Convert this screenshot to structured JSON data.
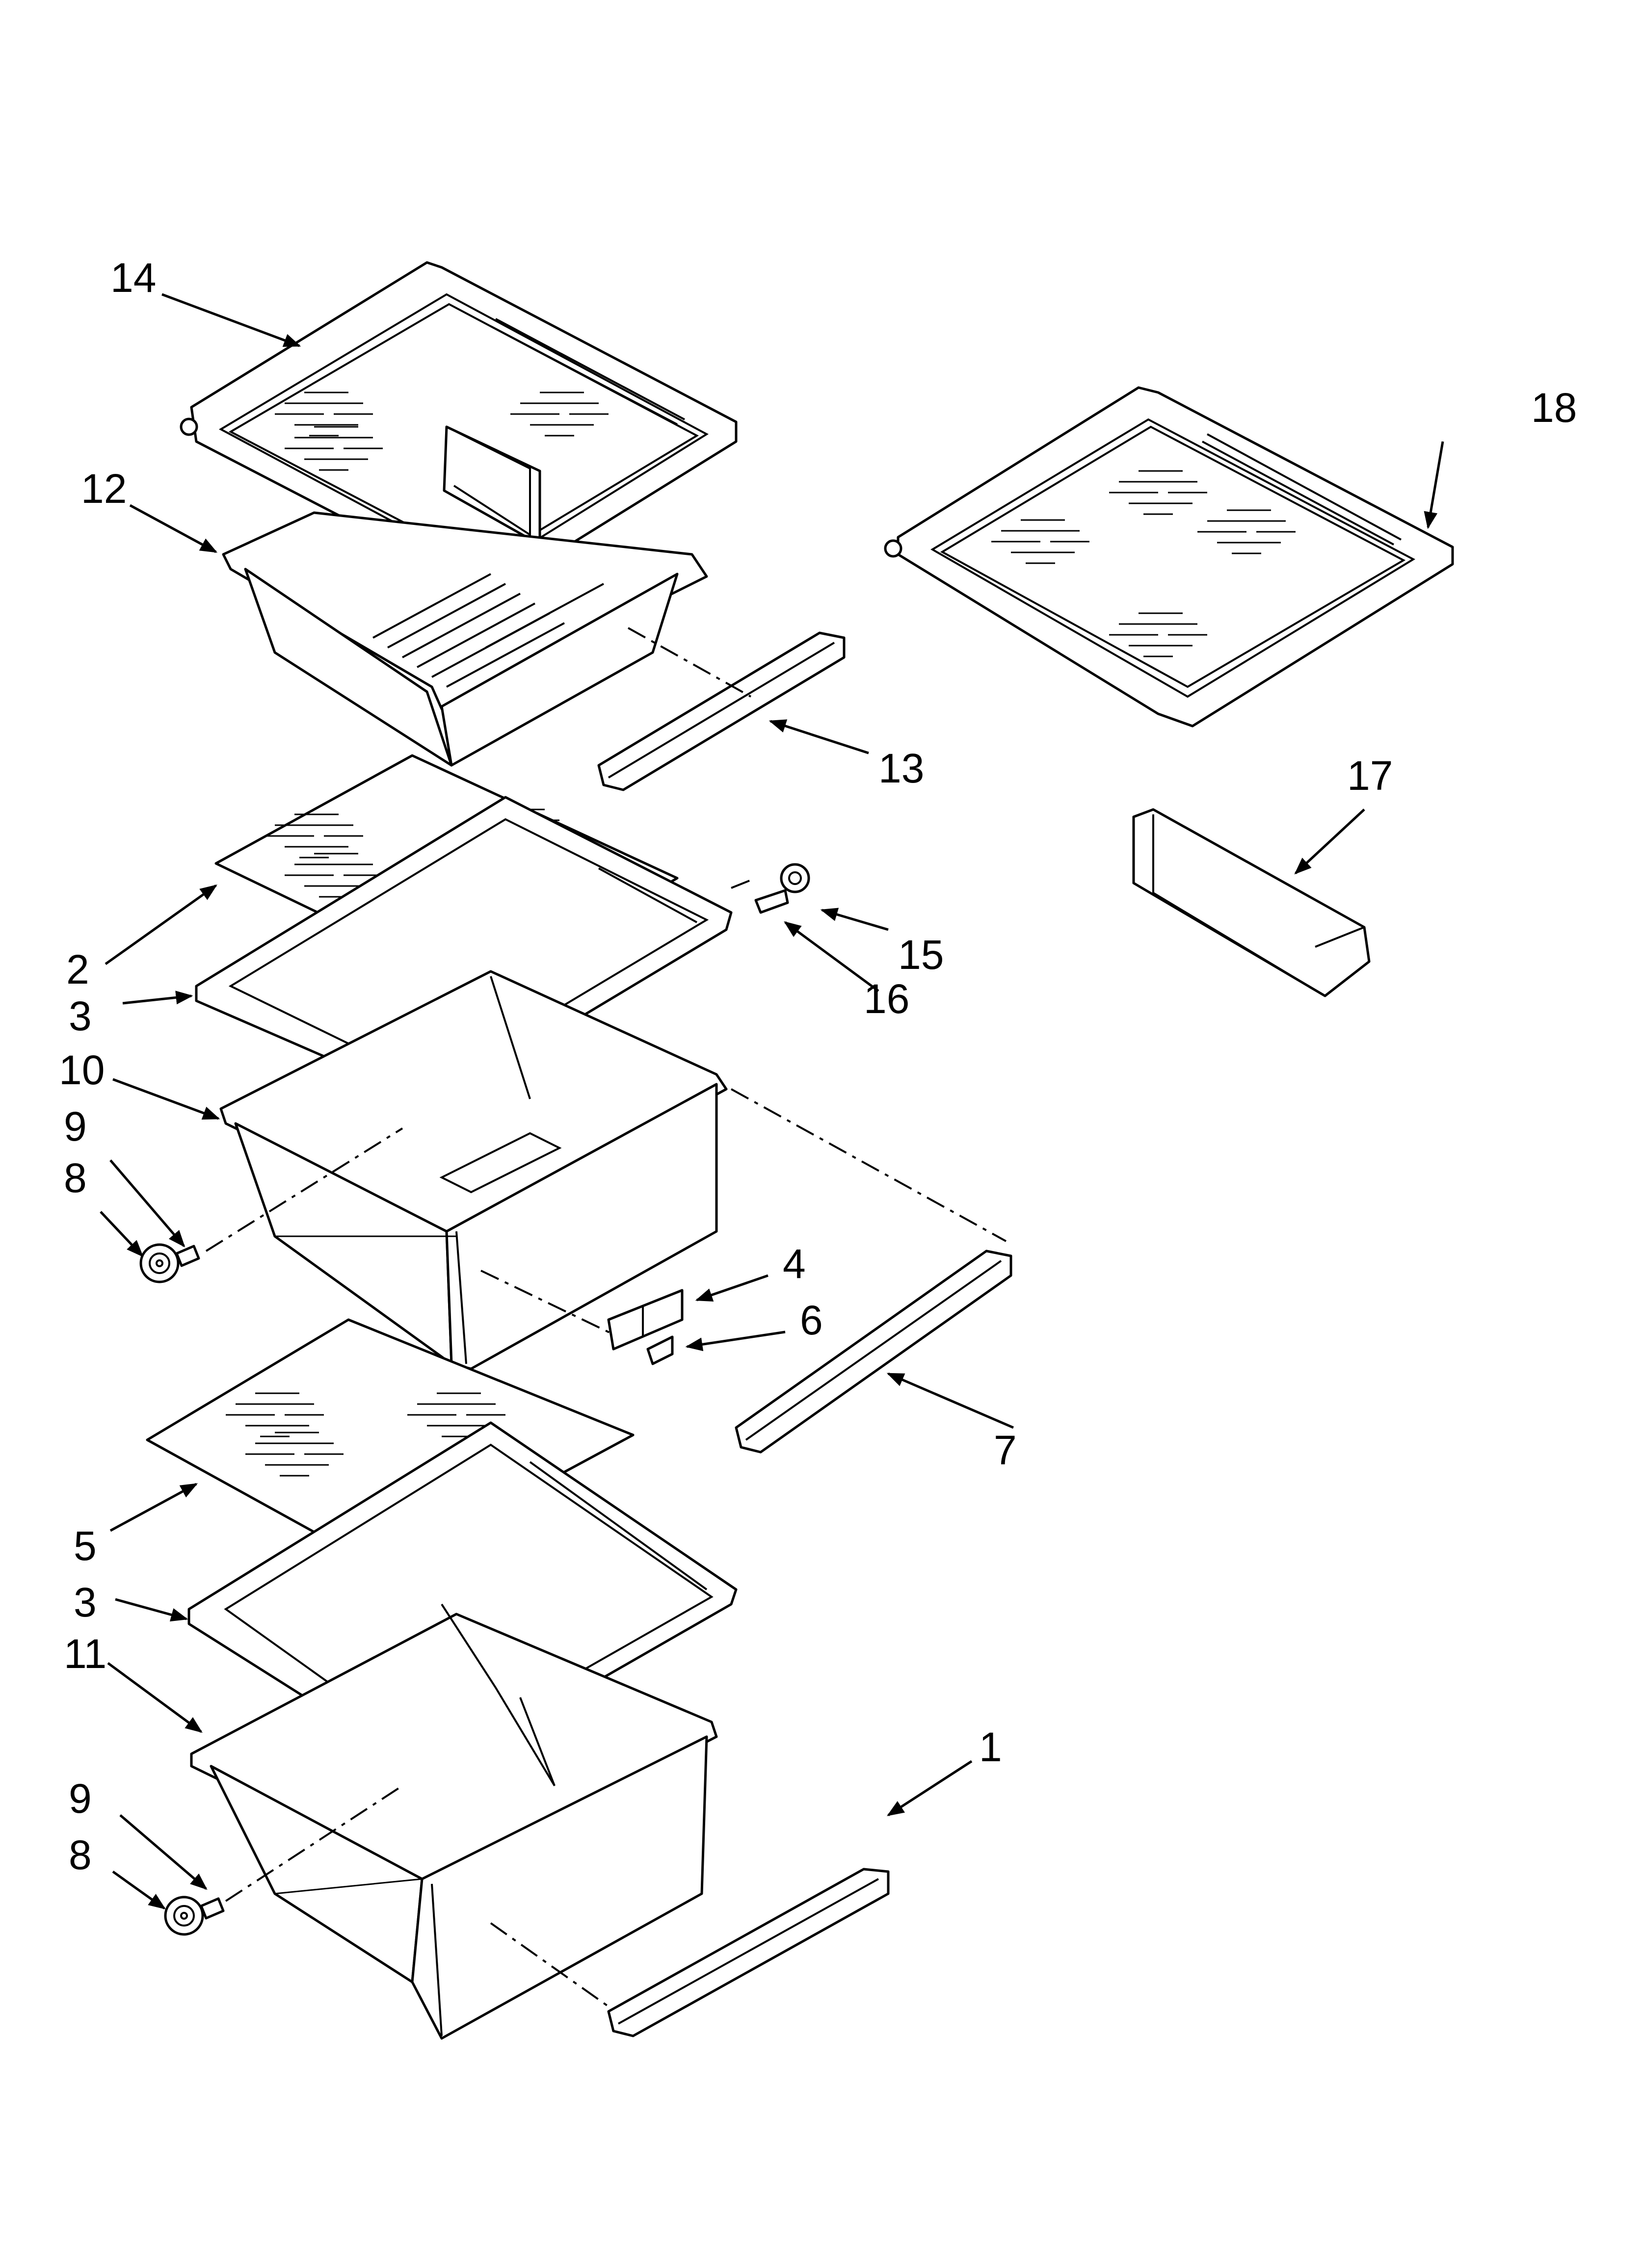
{
  "diagram": {
    "callouts": {
      "c1": "1",
      "c2": "2",
      "c3a": "3",
      "c3b": "3",
      "c4": "4",
      "c5": "5",
      "c6": "6",
      "c7": "7",
      "c8a": "8",
      "c8b": "8",
      "c9a": "9",
      "c9b": "9",
      "c10": "10",
      "c11": "11",
      "c12": "12",
      "c13": "13",
      "c14": "14",
      "c15": "15",
      "c16": "16",
      "c17": "17",
      "c18": "18"
    },
    "colors": {
      "ink": "#000000",
      "paper": "#ffffff"
    }
  }
}
